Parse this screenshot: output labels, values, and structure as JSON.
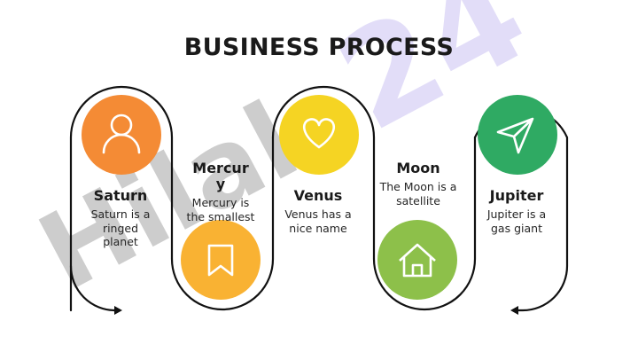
{
  "title": "BUSINESS PROCESS",
  "colors": {
    "saturn": "#F48B35",
    "mercury": "#F9B233",
    "venus": "#F5D423",
    "moon": "#8DC04A",
    "jupiter": "#2FAA63",
    "outline": "#111111",
    "watermark_gray": "#b5b5b5",
    "watermark_purple": "#d9d4f5"
  },
  "watermark": "Hilal 24",
  "steps": [
    {
      "name": "Saturn",
      "desc": "Saturn is a ringed planet",
      "icon": "user-icon"
    },
    {
      "name": "Mercury",
      "desc": "Mercury is the smallest",
      "icon": "bookmark-icon"
    },
    {
      "name": "Venus",
      "desc": "Venus has a nice name",
      "icon": "heart-icon"
    },
    {
      "name": "Moon",
      "desc": "The Moon is a satellite",
      "icon": "home-icon"
    },
    {
      "name": "Jupiter",
      "desc": "Jupiter is a gas giant",
      "icon": "send-icon"
    }
  ]
}
